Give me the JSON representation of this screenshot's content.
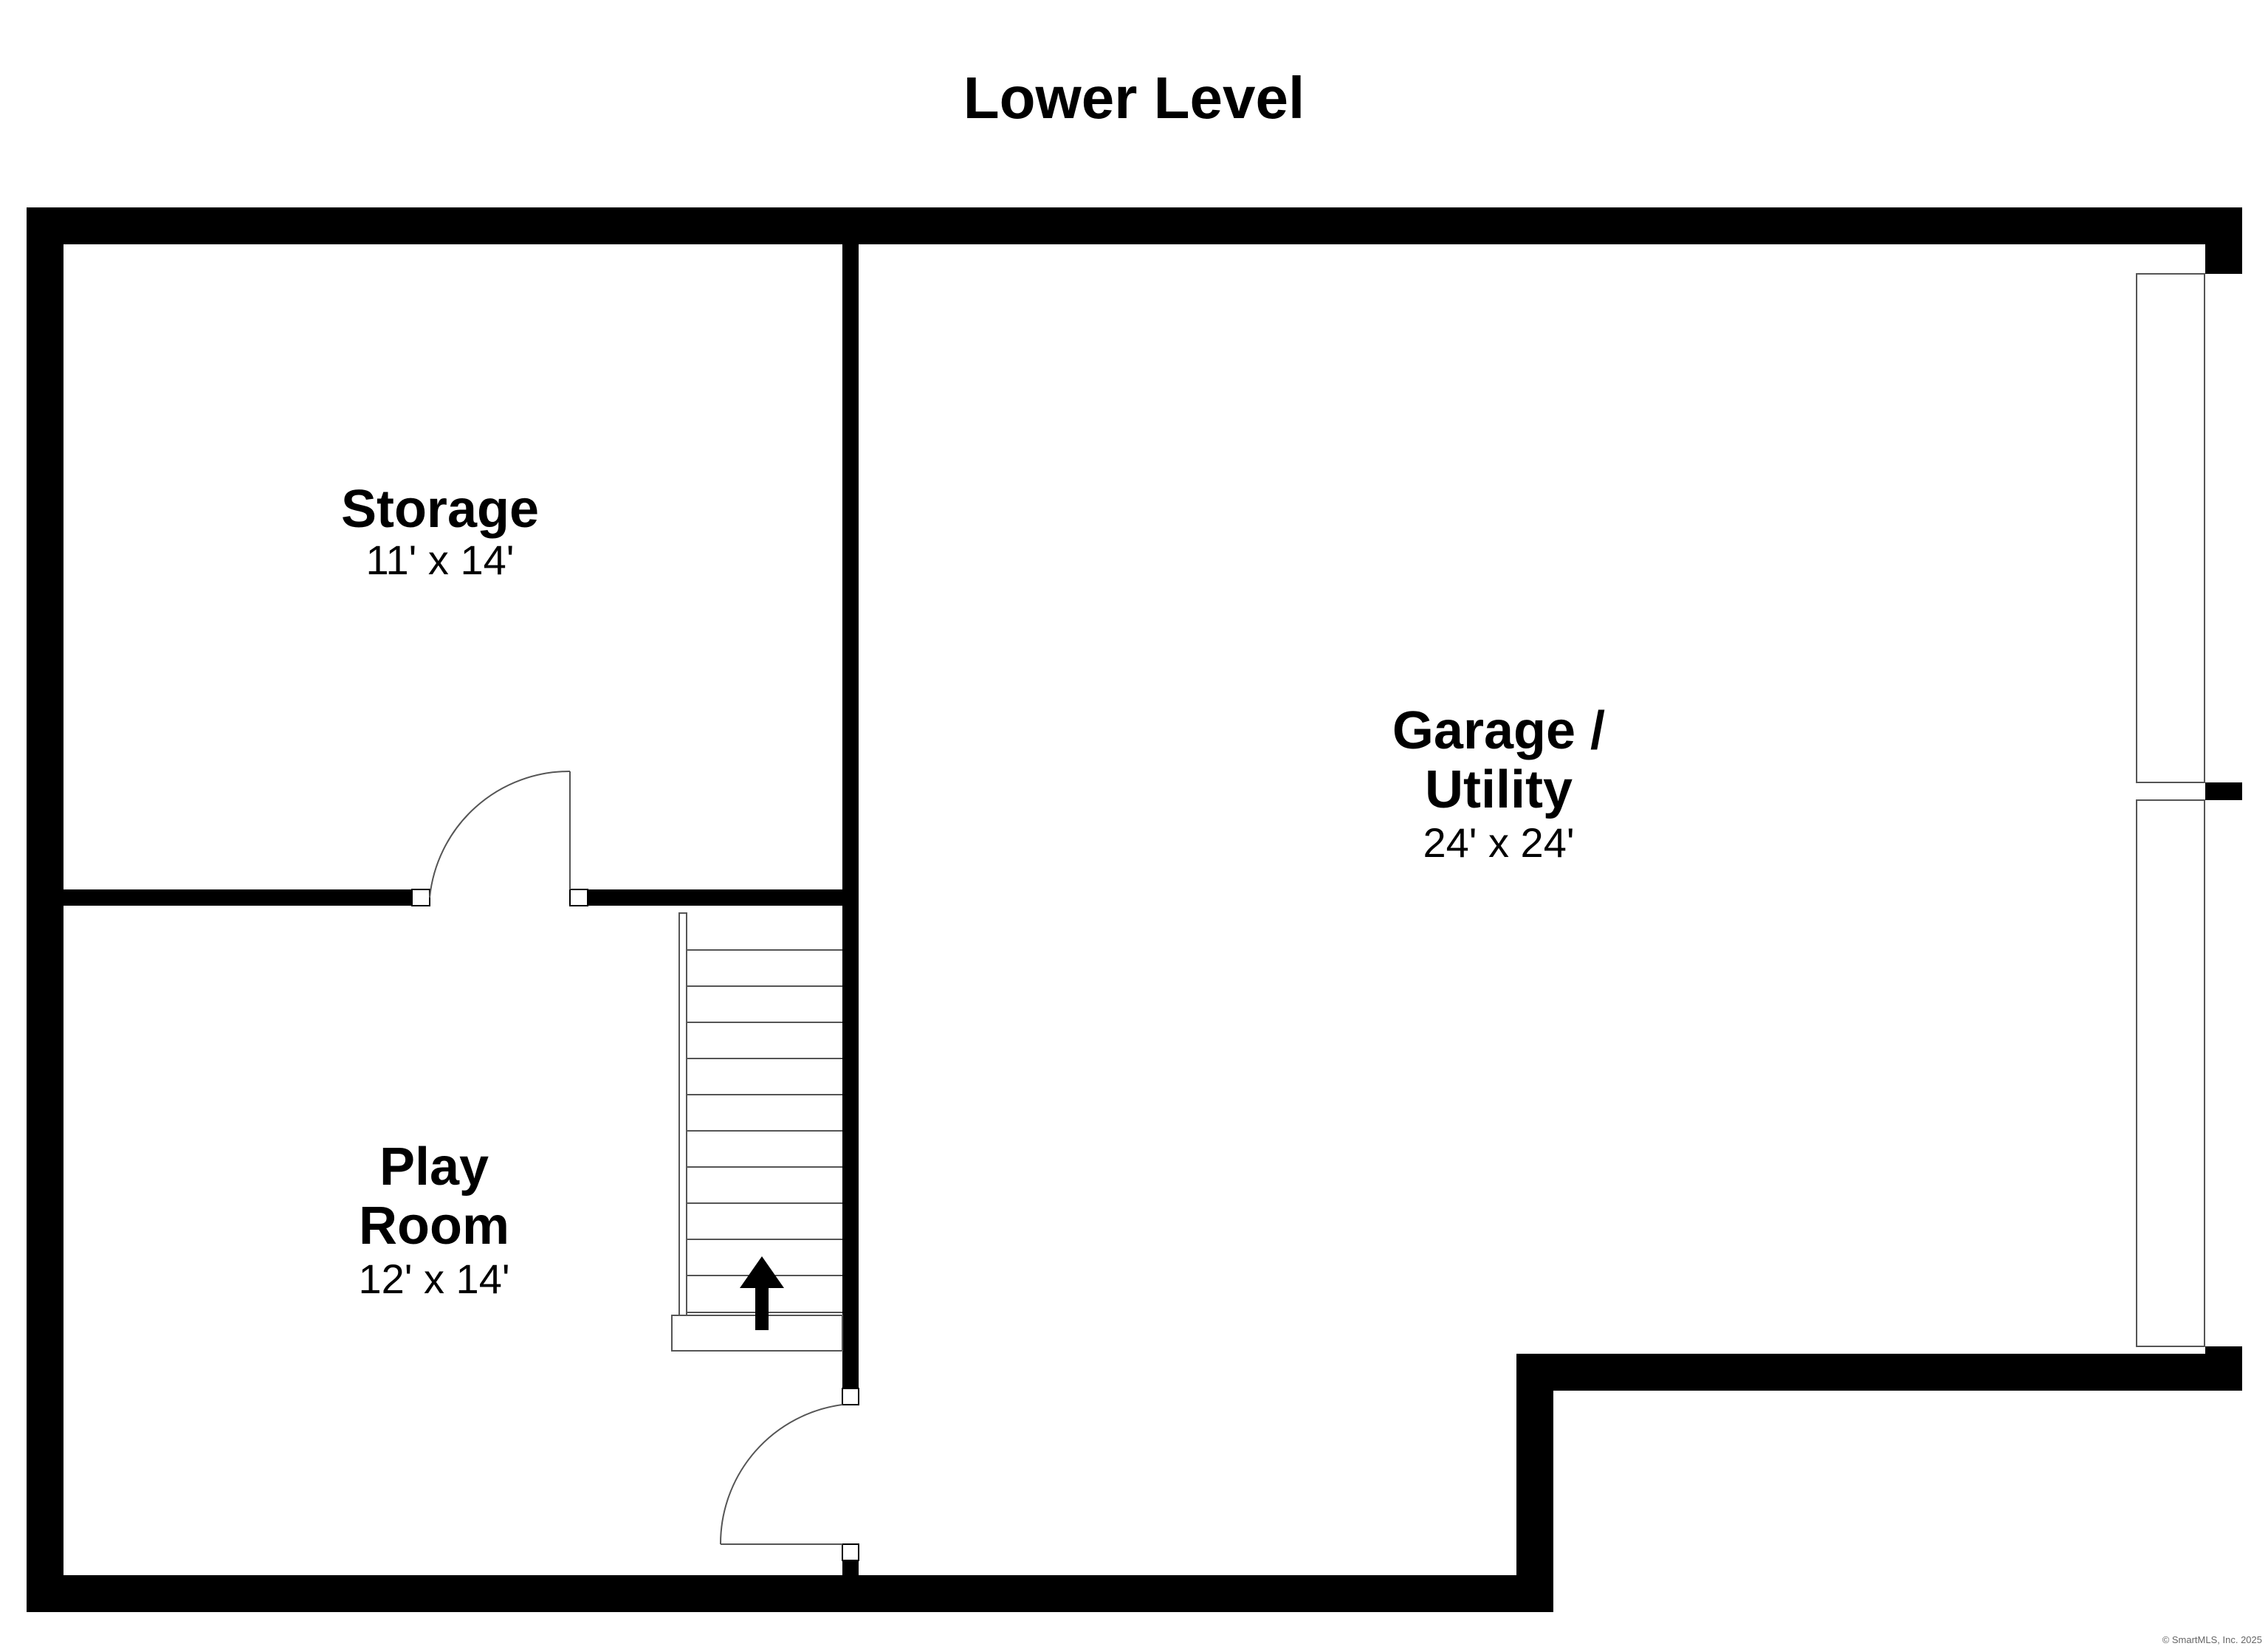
{
  "plan": {
    "title": "Lower Level",
    "rooms": {
      "storage": {
        "name": "Storage",
        "dims": "11' x 14'"
      },
      "play_room": {
        "name_line1": "Play",
        "name_line2": "Room",
        "dims": "12' x 14'"
      },
      "garage": {
        "name_line1": "Garage /",
        "name_line2": "Utility",
        "dims": "24' x 24'"
      }
    },
    "copyright": "© SmartMLS, Inc.  2025"
  },
  "colors": {
    "wall": "#000000",
    "background": "#ffffff",
    "fixture_line": "#555555"
  }
}
